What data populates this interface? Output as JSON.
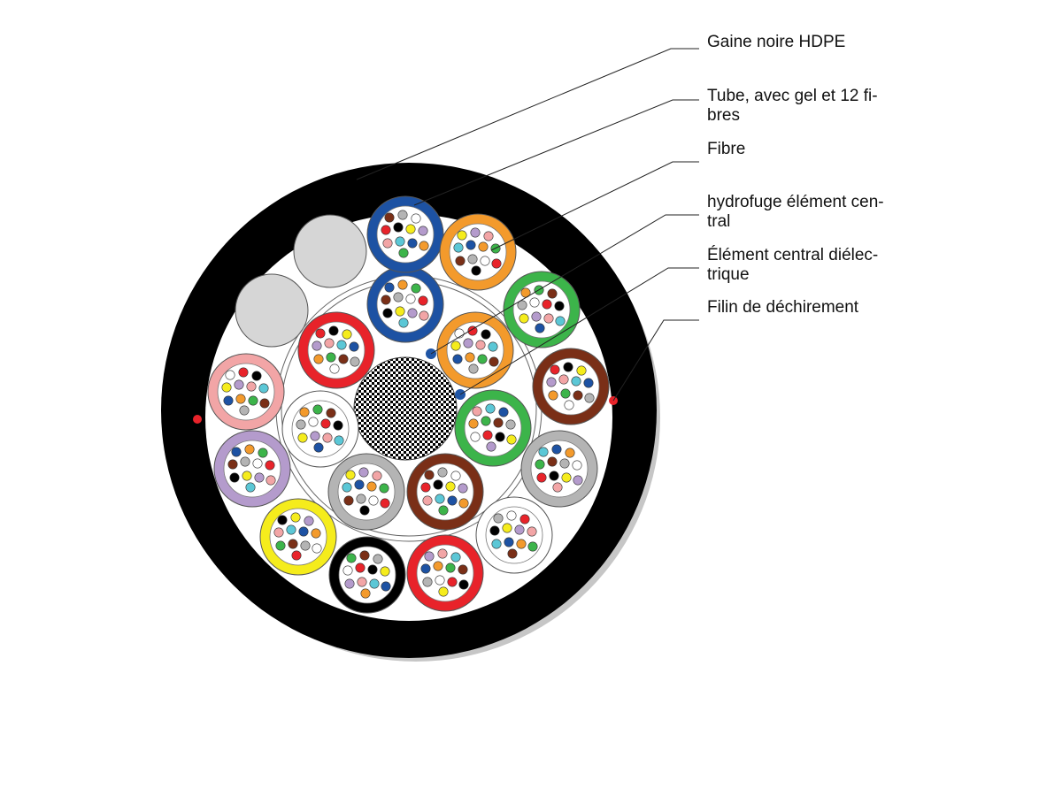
{
  "labels": {
    "sheath": "Gaine noire HDPE",
    "tube_line1": "Tube, avec gel et  12 fi-",
    "tube_line2": "bres",
    "fibre": "Fibre",
    "water_line1": "hydrofuge élément cen-",
    "water_line2": "tral",
    "central_line1": "Élément central diélec-",
    "central_line2": "trique",
    "ripcord": "Filin de déchirement"
  },
  "colors": {
    "sheath": "#000000",
    "shadow": "#c6c6c6",
    "filler": "#d6d6d6",
    "ripcord": "#e8232a",
    "water_blocking": "#1f55a5",
    "leader_line": "#222222"
  },
  "tube_colors": {
    "blue": "#1d52a3",
    "orange": "#f39a2c",
    "green": "#3cb44a",
    "brown": "#7a2f17",
    "gray": "#b4b4b4",
    "white": "#ffffff",
    "red": "#e8232a",
    "black": "#000000",
    "yellow": "#f5ec1c",
    "violet": "#b49bcc",
    "rose": "#f2a5a6"
  },
  "inner_tubes": [
    "blue",
    "orange",
    "green",
    "brown",
    "gray",
    "white",
    "red"
  ],
  "outer_tubes": [
    "blue",
    "orange",
    "green",
    "brown",
    "gray",
    "white",
    "red",
    "black",
    "yellow",
    "violet",
    "rose"
  ],
  "fillers": 2,
  "fiber_colors": [
    "#1d52a3",
    "#f39a2c",
    "#3cb44a",
    "#7a2f17",
    "#b4b4b4",
    "#ffffff",
    "#e8232a",
    "#000000",
    "#f5ec1c",
    "#b49bcc",
    "#f2a5a6",
    "#5bc7d6"
  ]
}
